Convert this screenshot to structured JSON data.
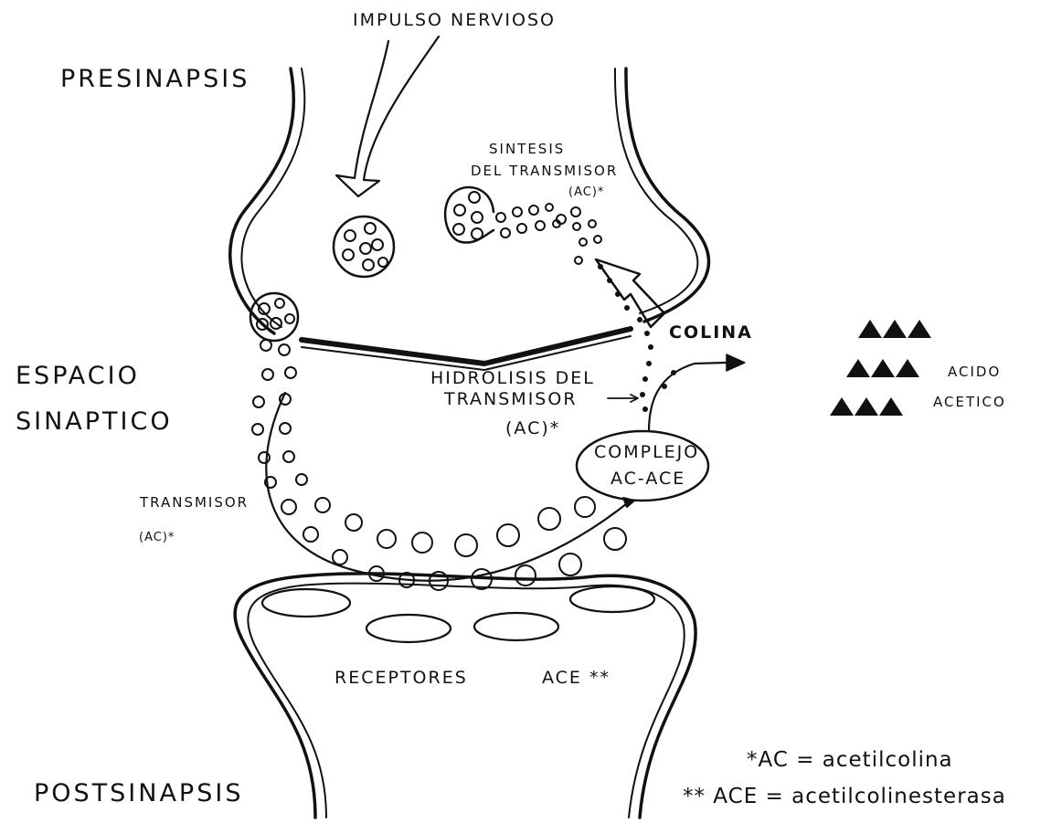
{
  "labels": {
    "impulso": "IMPULSO NERVIOSO",
    "presinapsis": "PRESINAPSIS",
    "sintesis_1": "SINTESIS",
    "sintesis_2": "DEL TRANSMISOR",
    "sintesis_3": "(AC)*",
    "espacio": "ESPACIO",
    "sinaptico": "SINAPTICO",
    "colina": "COLINA",
    "hidrolisis_1": "HIDROLISIS DEL",
    "hidrolisis_2": "TRANSMISOR",
    "hidrolisis_3": "(AC)*",
    "complejo_1": "COMPLEJO",
    "complejo_2": "AC-ACE",
    "transmisor_1": "TRANSMISOR",
    "transmisor_2": "(AC)*",
    "acido": "ACIDO",
    "acetico": "ACETICO",
    "receptores": "RECEPTORES",
    "ace": "ACE **",
    "postsinapsis": "POSTSINAPSIS"
  },
  "legend": {
    "line1": "*AC = acetilcolina",
    "line2": "** ACE = acetilcolinesterasa"
  }
}
